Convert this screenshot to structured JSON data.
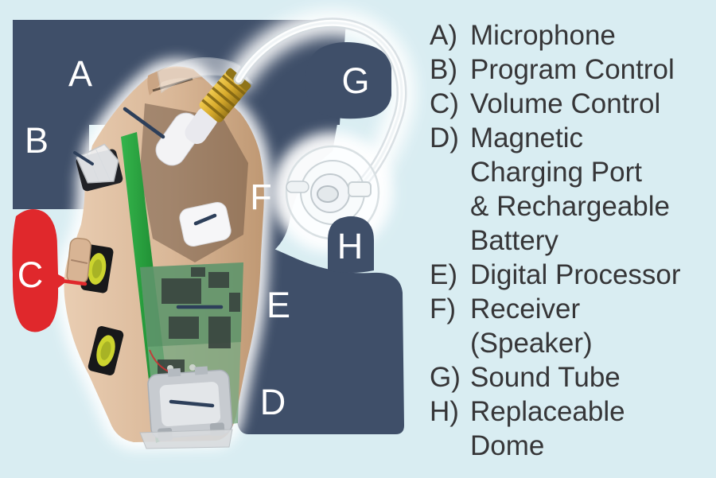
{
  "figure": {
    "description": "Cutaway illustration of a behind-the-ear hearing aid with letter callouts",
    "colors": {
      "background": "#d9edf2",
      "callout_blob": "#3f4f69",
      "volume_callout_blob": "#e0282c",
      "callout_letter": "#ffffff",
      "leader_line": "#2d3f5a",
      "legend_text": "#363638"
    },
    "labels": [
      {
        "letter": "A"
      },
      {
        "letter": "B"
      },
      {
        "letter": "C"
      },
      {
        "letter": "D"
      },
      {
        "letter": "E"
      },
      {
        "letter": "F"
      },
      {
        "letter": "G"
      },
      {
        "letter": "H"
      }
    ]
  },
  "legend": {
    "items": [
      {
        "letter": "A)",
        "label": "Microphone"
      },
      {
        "letter": "B)",
        "label": "Program Control"
      },
      {
        "letter": "C)",
        "label": "Volume Control"
      },
      {
        "letter": "D)",
        "label": "Magnetic\nCharging Port\n& Rechargeable\nBattery"
      },
      {
        "letter": "E)",
        "label": "Digital Processor"
      },
      {
        "letter": "F)",
        "label": "Receiver\n(Speaker)"
      },
      {
        "letter": "G)",
        "label": "Sound Tube"
      },
      {
        "letter": "H)",
        "label": "Replaceable\nDome"
      }
    ]
  }
}
